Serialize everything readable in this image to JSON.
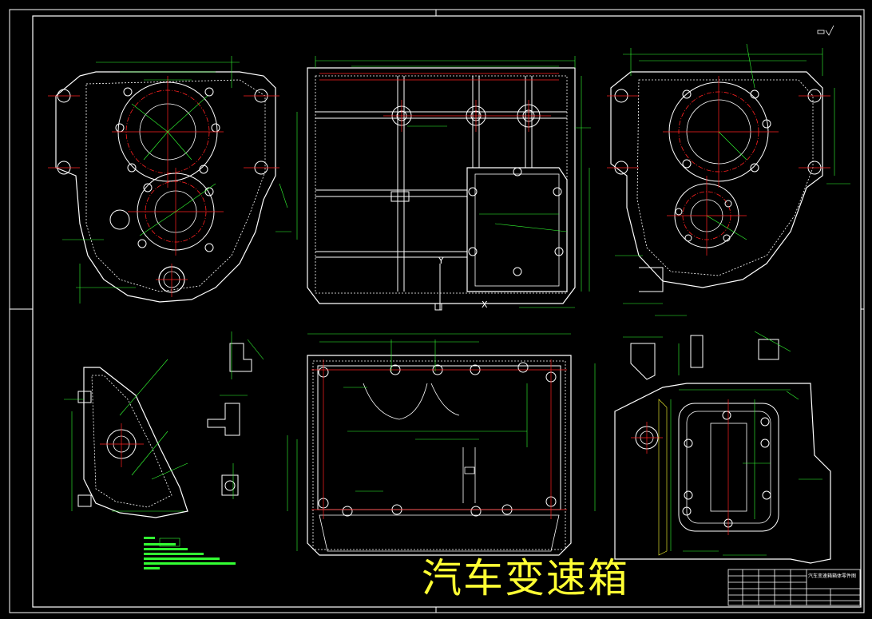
{
  "drawing": {
    "big_title": "汽车变速箱",
    "title_block": {
      "name": "汽车变速箱箱体零件图",
      "rows": [
        "",
        "",
        "",
        ""
      ]
    },
    "axis": {
      "y_label": "Y",
      "x_label": "X"
    },
    "colors": {
      "background": "#000000",
      "frame": "#ffffff",
      "contour": "#ffffff",
      "centerline": "#ff2020",
      "dimension": "#33ff33",
      "hidden": "#ffffff",
      "title_text": "#ffff33"
    }
  }
}
